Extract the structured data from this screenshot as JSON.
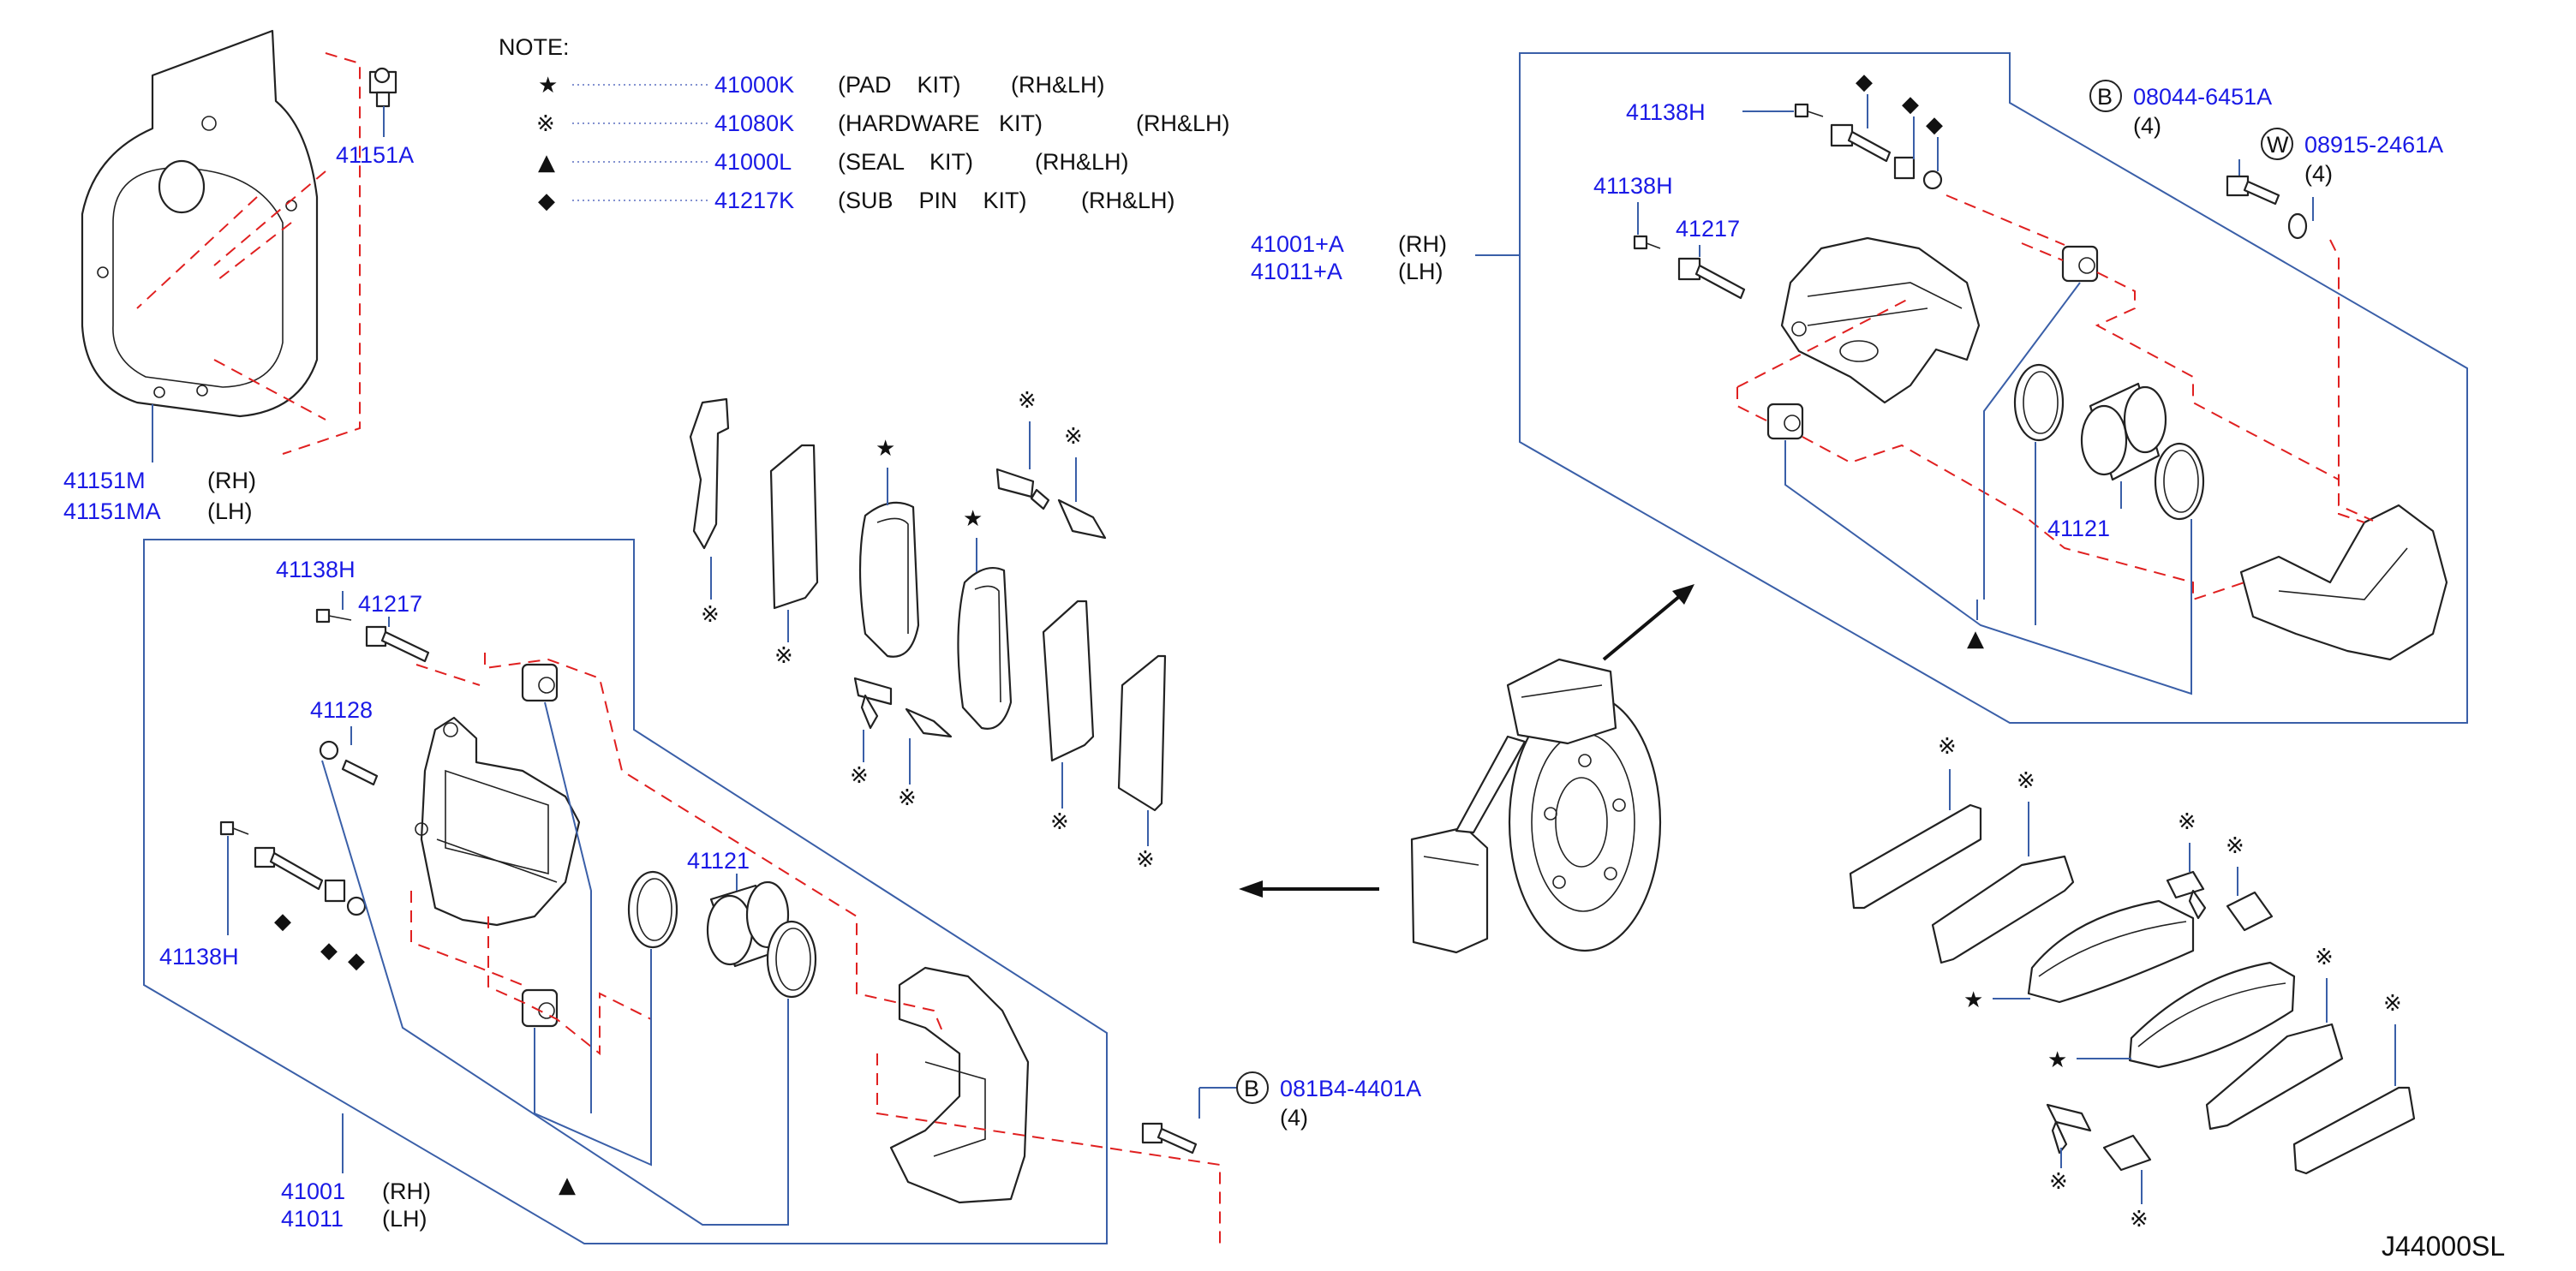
{
  "note": {
    "title": "NOTE:",
    "rows": [
      {
        "symbol": "★",
        "part": "41000K",
        "desc": "(PAD    KIT)",
        "side": "(RH&LH)"
      },
      {
        "symbol": "※",
        "part": "41080K",
        "desc": "(HARDWARE   KIT)",
        "side": "(RH&LH)"
      },
      {
        "symbol": "▲",
        "part": "41000L",
        "desc": "(SEAL    KIT)",
        "side": "(RH&LH)"
      },
      {
        "symbol": "◆",
        "part": "41217K",
        "desc": "(SUB    PIN    KIT)",
        "side": "(RH&LH)"
      }
    ]
  },
  "symbols": {
    "star": "★",
    "hw": "※",
    "tri": "▲",
    "dia": "◆"
  },
  "labels": {
    "shield_bolt": "41151A",
    "shield_rh": "41151M",
    "shield_lh": "41151MA",
    "rh": "(RH)",
    "lh": "(LH)",
    "left_bolt_top": "41138H",
    "left_pin": "41217",
    "left_bleeder": "41128",
    "left_bolt_bottom": "41138H",
    "left_piston": "41121",
    "left_caliper_rh": "41001",
    "left_caliper_lh": "41011",
    "left_b_letter": "B",
    "left_b_part": "081B4-4401A",
    "left_b_qty": "(4)",
    "right_bolt_top": "41138H",
    "right_bolt_mid": "41138H",
    "right_pin": "41217",
    "right_caliper_rh": "41001+A",
    "right_caliper_lh": "41011+A",
    "right_piston": "41121",
    "right_b_letter": "B",
    "right_b_part": "08044-6451A",
    "right_b_qty": "(4)",
    "right_w_letter": "W",
    "right_w_part": "08915-2461A",
    "right_w_qty": "(4)"
  },
  "diagram_code": "J44000SL"
}
